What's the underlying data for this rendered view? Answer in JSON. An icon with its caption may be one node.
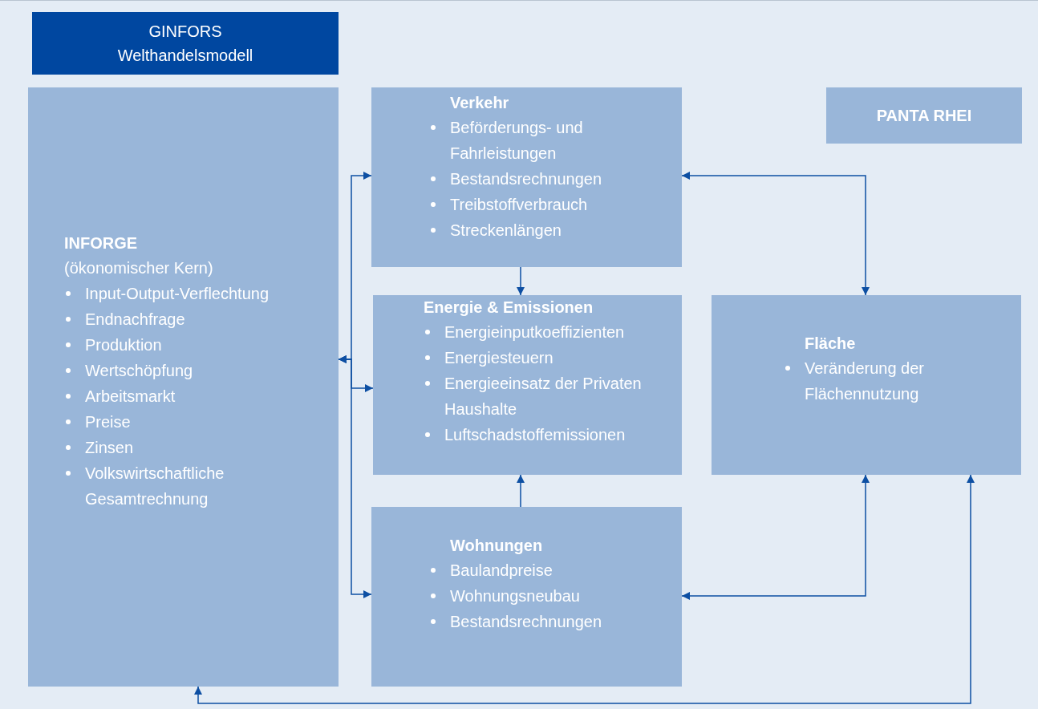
{
  "diagram": {
    "nodes": [
      {
        "text": [
          "GINFORS",
          "Welthandelsmodell"
        ]
      },
      {
        "text": [
          "INFORGE",
          "(ökonomischer Kern)",
          "Input-Output-Verflechtung",
          "Endnachfrage",
          "Produktion",
          "Wertschöpfung",
          "Arbeitsmarkt",
          "Preise",
          "Zinsen",
          "Volkswirtschaftliche Gesamtrechnung"
        ]
      },
      {
        "text": [
          "Verkehr",
          "Beförderungs- und Fahrleistungen",
          "Bestandsrechnungen",
          "Treibstoffverbrauch",
          "Streckenlängen"
        ]
      },
      {
        "text": [
          "Energie & Emissionen",
          "Energieinputkoeffizienten",
          "Energiesteuern",
          "Energieeinsatz der Privaten Haushalte",
          "Luftschadstoffemissionen"
        ]
      },
      {
        "text": [
          "Wohnungen",
          "Baulandpreise",
          "Wohnungsneubau",
          "Bestandsrechnungen"
        ]
      },
      {
        "text": [
          "PANTA RHEI"
        ]
      },
      {
        "text": [
          "Fläche",
          "Veränderung der Flächennutzung"
        ]
      }
    ],
    "edges": [
      {
        "from": 1,
        "to": 2,
        "arrow": "both"
      },
      {
        "from": 1,
        "to": 3,
        "arrow": "both"
      },
      {
        "from": 1,
        "to": 4,
        "arrow": "both"
      },
      {
        "from": 2,
        "to": 3,
        "arrow": "to"
      },
      {
        "from": 4,
        "to": 3,
        "arrow": "to"
      },
      {
        "from": 2,
        "to": 6,
        "arrow": "both"
      },
      {
        "from": 4,
        "to": 6,
        "arrow": "both"
      },
      {
        "from": 6,
        "to": 1,
        "arrow": "both"
      }
    ]
  }
}
